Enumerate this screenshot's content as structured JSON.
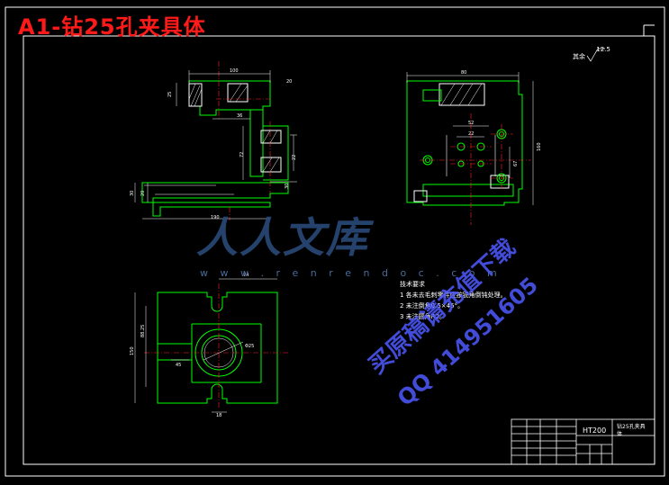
{
  "title": "A1-钻25孔夹具体",
  "watermark": {
    "logo": "人人文库",
    "url": "w w w . r e n r e n d o c . c o m",
    "buy_text": "买原稿请充值下载",
    "qq_text": "QQ 414951605"
  },
  "technical_requirements": {
    "heading": "技术要求",
    "items": [
      "1  各未去毛刺零件应按锐角倒钝处理。",
      "2  未注倒角0.5×45°。",
      "3  未注圆角R2。"
    ]
  },
  "title_block": {
    "material": "HT200",
    "part_name": "钻25孔夹具体"
  },
  "roughness_note": "其余",
  "roughness_value": "12.5",
  "dimensions": {
    "top_left_width": "100",
    "top_right_width": "80",
    "plan_width": "74",
    "dia_label": "Φ25",
    "height_label": "160",
    "base_label": "190"
  },
  "colors": {
    "background": "#000000",
    "part_lines": "#00ff00",
    "frame": "#ffffff",
    "center_lines": "#ff2020",
    "title": "#ff1a1a"
  }
}
